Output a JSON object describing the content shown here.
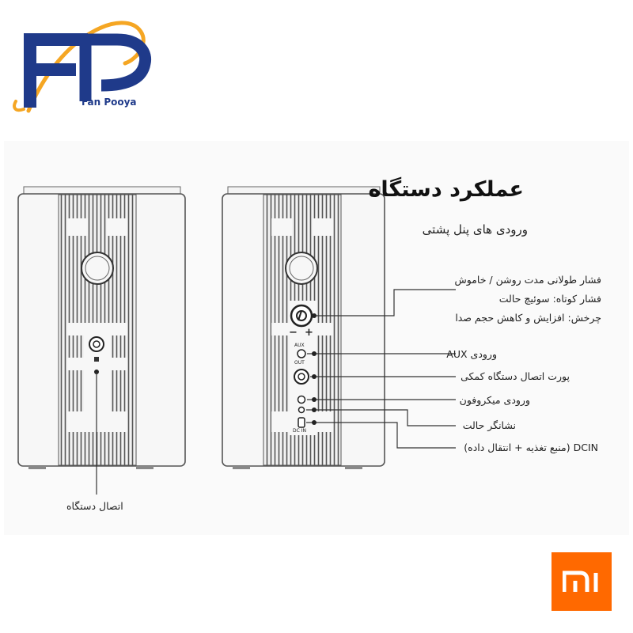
{
  "brand": {
    "logo_subtitle": "Fan Pooya"
  },
  "title": "عملکرد دستگاه",
  "subtitle": "ورودی های پنل پشتی",
  "button_notes": [
    "فشار طولانی مدت روشن / خاموش",
    "فشار کوتاه: سوئیچ حالت",
    "چرخش: افزایش و کاهش حجم صدا"
  ],
  "callouts": {
    "aux": "ورودی AUX",
    "aux_out": "پورت اتصال دستگاه کمکی",
    "mic": "ورودی میکروفون",
    "status": "نشانگر حالت",
    "dcin": "DCIN (منبع تغذیه + انتقال داده)",
    "connect": "اتصال دستگاه"
  },
  "port_labels": {
    "aux": "AUX",
    "out": "OUT",
    "dcin": "DC IN",
    "minus": "−",
    "plus": "+"
  },
  "colors": {
    "brand_blue": "#1f3a8a",
    "brand_orange": "#f5a623",
    "mi_orange": "#ff6900",
    "line": "#333333"
  }
}
